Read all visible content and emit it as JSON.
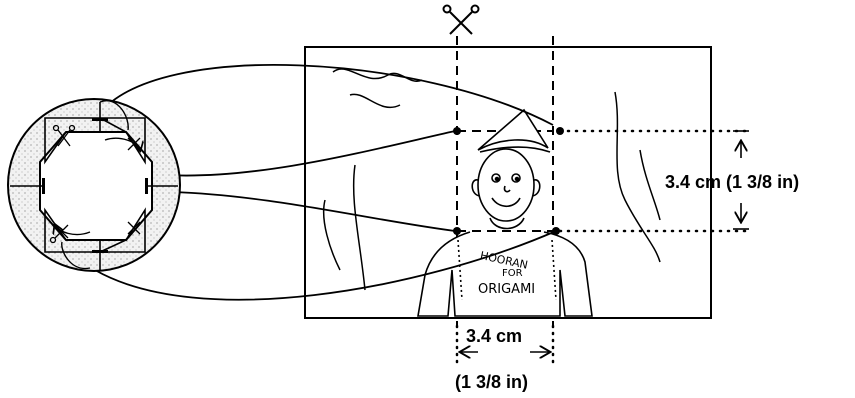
{
  "labels": {
    "height_dimension": "3.4 cm (1 3/8 in)",
    "width_metric": "3.4 cm",
    "width_imperial": "(1 3/8 in)"
  },
  "shirt_text": {
    "line1": "HOORAN",
    "line2": "FOR",
    "line3": "ORIGAMI"
  },
  "icons": {
    "cut": "scissors-icon",
    "fold_arrow": "arrow-icon"
  },
  "colors": {
    "ink": "#000000",
    "paper": "#ffffff",
    "stipple": "#e6e6e6"
  }
}
